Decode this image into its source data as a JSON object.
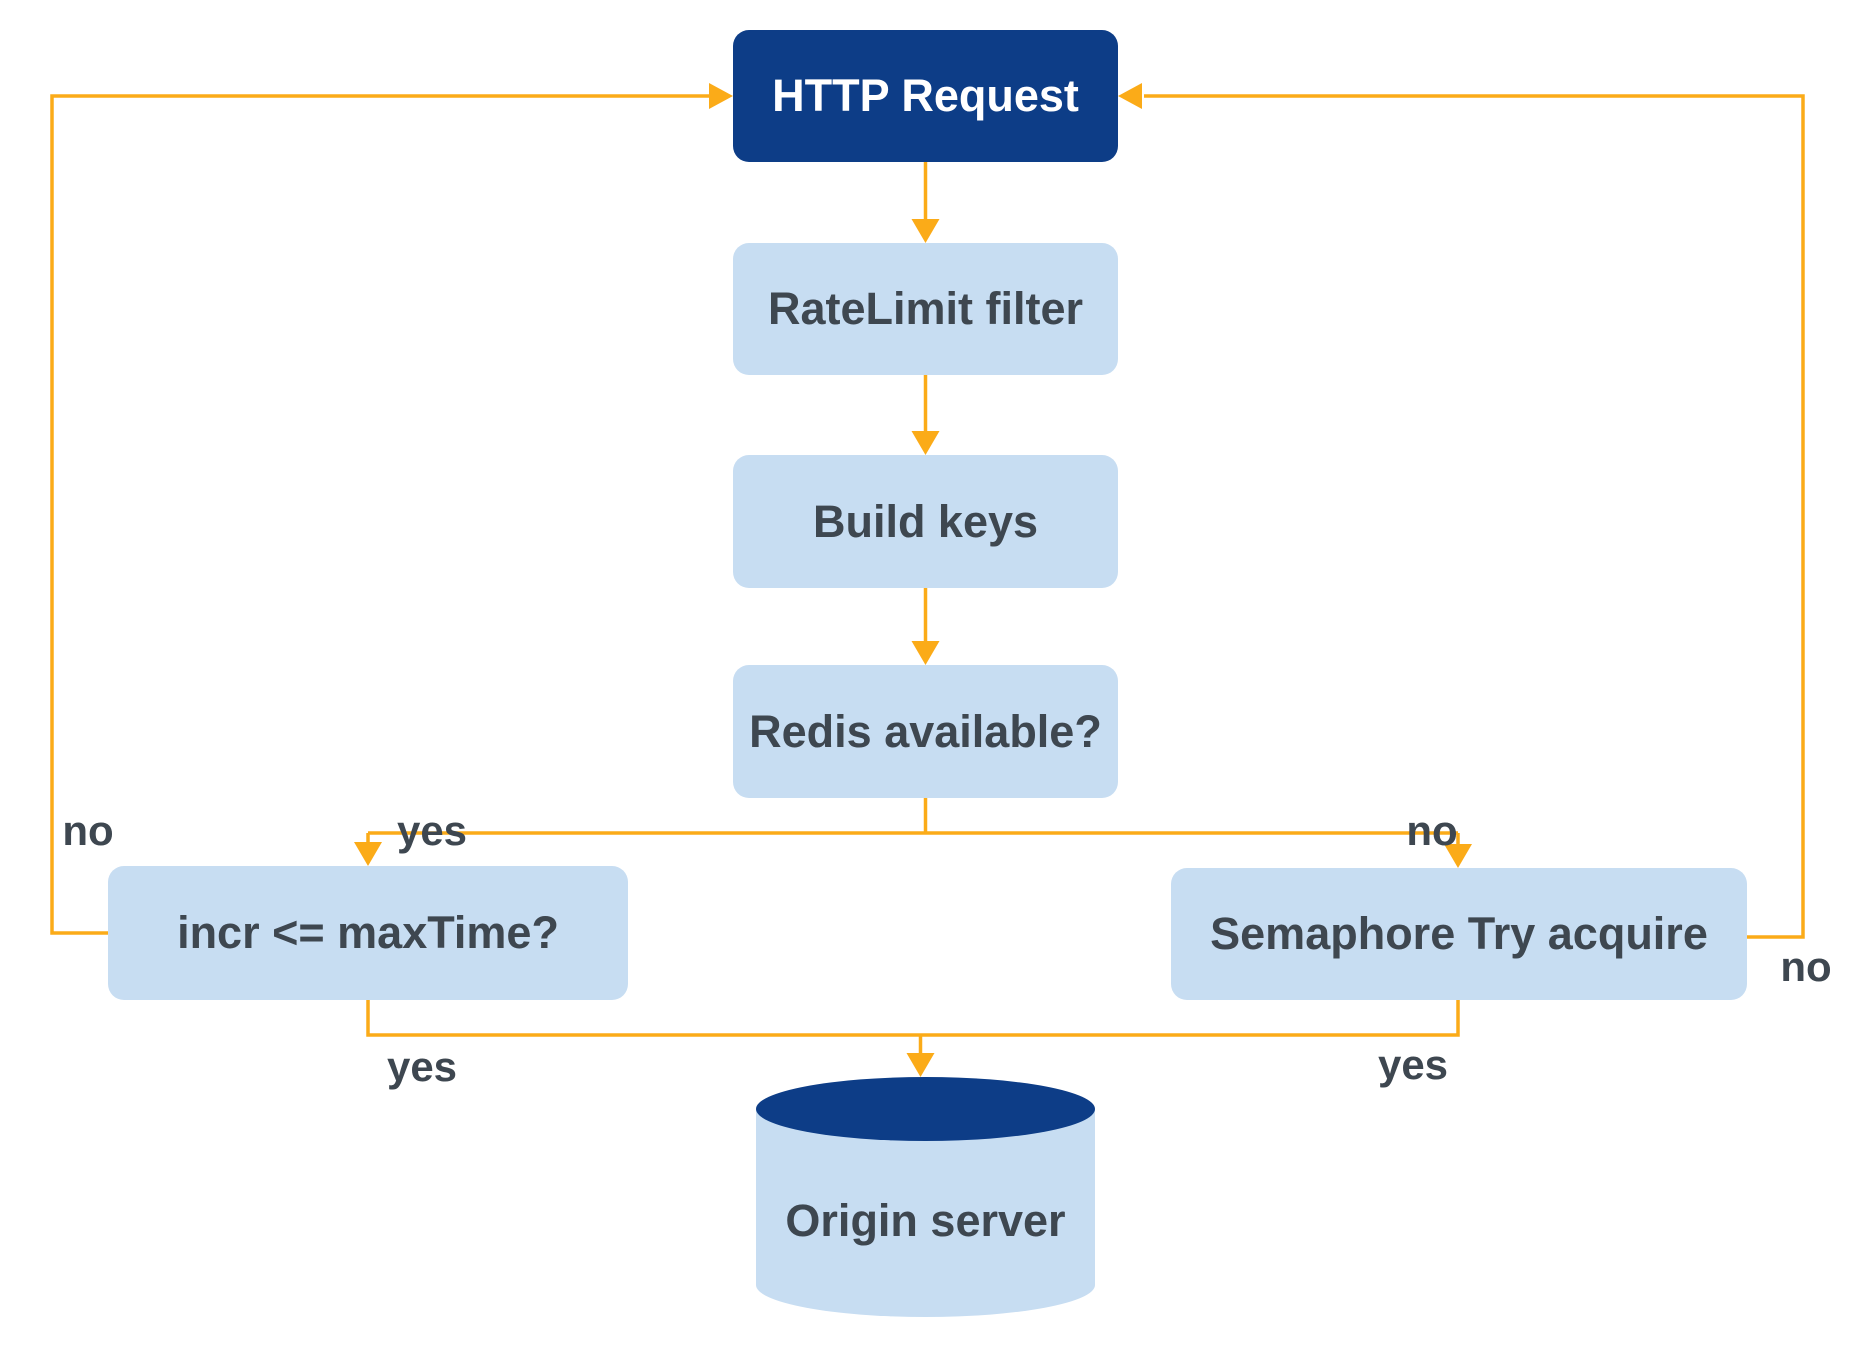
{
  "diagram": {
    "type": "flowchart",
    "nodes": {
      "http_request": {
        "label": "HTTP Request"
      },
      "ratelimit_filter": {
        "label": "RateLimit filter"
      },
      "build_keys": {
        "label": "Build keys"
      },
      "redis_available": {
        "label": "Redis available?"
      },
      "incr_le_maxtime": {
        "label": "incr <= maxTime?"
      },
      "semaphore_try_acquire": {
        "label": "Semaphore Try acquire"
      },
      "origin_server": {
        "label": "Origin server"
      }
    },
    "edge_labels": {
      "redis_yes": "yes",
      "redis_no": "no",
      "incr_no": "no",
      "incr_yes": "yes",
      "semaphore_no": "no",
      "semaphore_yes": "yes"
    },
    "colors": {
      "navy": "#0d3d87",
      "light_blue": "#c7ddf2",
      "arrow": "#fbab18",
      "text_dark": "#3e4750",
      "text_light": "#ffffff"
    }
  }
}
